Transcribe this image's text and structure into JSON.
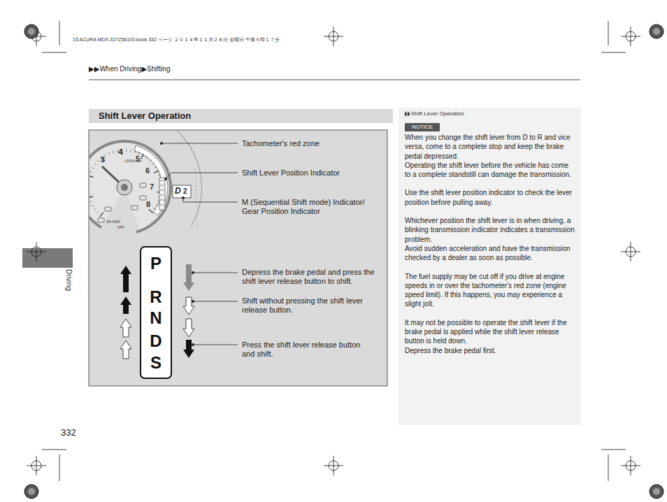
{
  "diagram": {
    "title": "Shift Lever Operation",
    "nodes": [
      {
        "text": [
          "Shift Lever Operation"
        ]
      },
      {
        "text": [
          "P",
          "R",
          "N",
          "D",
          "S"
        ]
      },
      {
        "text": [
          "Shift Lever Operation",
          "When you change the shift lever from D to R and vice versa, come to a complete stop and keep the brake pedal depressed.",
          "Operating the shift lever before the vehicle has come to a complete standstill can damage the transmission.",
          "Use the shift lever position indicator to check the lever position before pulling away.",
          "Whichever position the shift lever is in when driving, a blinking transmission indicator indicates a transmission problem.",
          "Avoid sudden acceleration and have the transmission checked by a dealer as soon as possible.",
          "The fuel supply may be cut off if you drive at engine speeds in or over the tachometer's red zone (engine speed limit). If this happens, you may experience a slight jolt.",
          "It may not be possible to operate the shift lever if the brake pedal is applied while the shift lever release button is held down.",
          "Depress the brake pedal first."
        ]
      },
      {
        "text": [
          "NOTICE"
        ],
        "in": 2
      }
    ],
    "labels": [
      "15 ACURA MDX-31TZ56100.book 332 ページ ２０１４年１１月２８日 金曜日 午後５時１７分",
      "▶▶When Driving▶Shifting",
      "Tachometer's red zone",
      "Shift Lever Position Indicator",
      "M (Sequential Shift mode) Indicator/ Gear Position Indicator",
      "Depress the brake pedal and press the shift lever release button to shift.",
      "Shift without pressing the shift lever release button.",
      "Press the shift lever release button and shift.",
      "3",
      "4",
      "5",
      "6",
      "7",
      "8",
      "x1000r/min",
      "D",
      "2",
      "SH-AWD",
      "OFF",
      "Driving",
      "332"
    ]
  }
}
